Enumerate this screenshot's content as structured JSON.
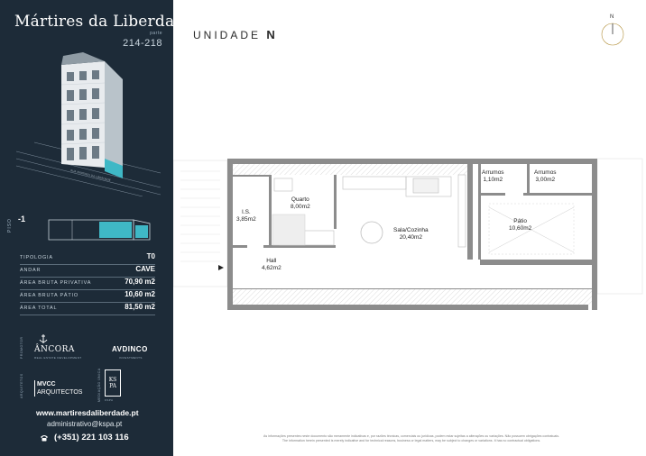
{
  "brand": {
    "name": "Mártires da Liberdade",
    "sub": "parte",
    "numbers": "214-218"
  },
  "floor": {
    "number": "-1",
    "label": "PISO"
  },
  "building": {
    "street_label": "RUA MÁRTIRES DA LIBERDADE"
  },
  "specs": [
    {
      "label": "TIPOLOGIA",
      "value": "T0"
    },
    {
      "label": "ANDAR",
      "value": "CAVE"
    },
    {
      "label": "ÁREA BRUTA PRIVATIVA",
      "value": "70,90 m2"
    },
    {
      "label": "ÁREA BRUTA PÁTIO",
      "value": "10,60 m2"
    },
    {
      "label": "ÁREA TOTAL",
      "value": "81,50 m2"
    }
  ],
  "logos": {
    "promotor_label": "PROMOTOR",
    "ancora_name": "ÂNCORA",
    "ancora_sub": "REAL ESTATE DEVELOPMENT",
    "avdinco_name": "AVDINCO",
    "avdinco_sub": "INVESTMENTS",
    "arquitetos_label": "ARQUITETOS",
    "mvcc_name": "MVCC",
    "mvcc_sub": "ARQUITECTOS",
    "mediacao_label": "MEDIAÇÃO ÚNICA",
    "kspa_name": "KS PA",
    "kspa_sub": "KSPA"
  },
  "contact": {
    "website": "www.martiresdaliberdade.pt",
    "email": "administrativo@kspa.pt",
    "phone": "(+351) 221 103 116"
  },
  "unit": {
    "label": "UNIDADE",
    "letter": "N"
  },
  "compass": {
    "label": "N"
  },
  "rooms": [
    {
      "id": "is",
      "name": "I.S.",
      "area": "3,85m2"
    },
    {
      "id": "quarto",
      "name": "Quarto",
      "area": "8,00m2"
    },
    {
      "id": "sala",
      "name": "Sala/Cozinha",
      "area": "20,40m2"
    },
    {
      "id": "hall",
      "name": "Hall",
      "area": "4,62m2"
    },
    {
      "id": "arrumos1",
      "name": "Arrumos",
      "area": "1,10m2"
    },
    {
      "id": "arrumos2",
      "name": "Arrumos",
      "area": "3,00m2"
    },
    {
      "id": "patio",
      "name": "Pátio",
      "area": "10,60m2"
    }
  ],
  "disclaimer": {
    "pt": "As informações presentes neste documento são meramente indicativas e, por razões técnicas, comerciais ou jurídicas, podem estar sujeitas a alterações ou variações. Não possuem obrigações contratuais.",
    "en": "The information herein presented is merely indicative and for technical reasons, business or legal matters, may be subject to changes or variations. It has no contractual obligations."
  },
  "colors": {
    "panel": "#1d2b38",
    "accent": "#3fb8c6",
    "wall": "#8c8c8c"
  }
}
